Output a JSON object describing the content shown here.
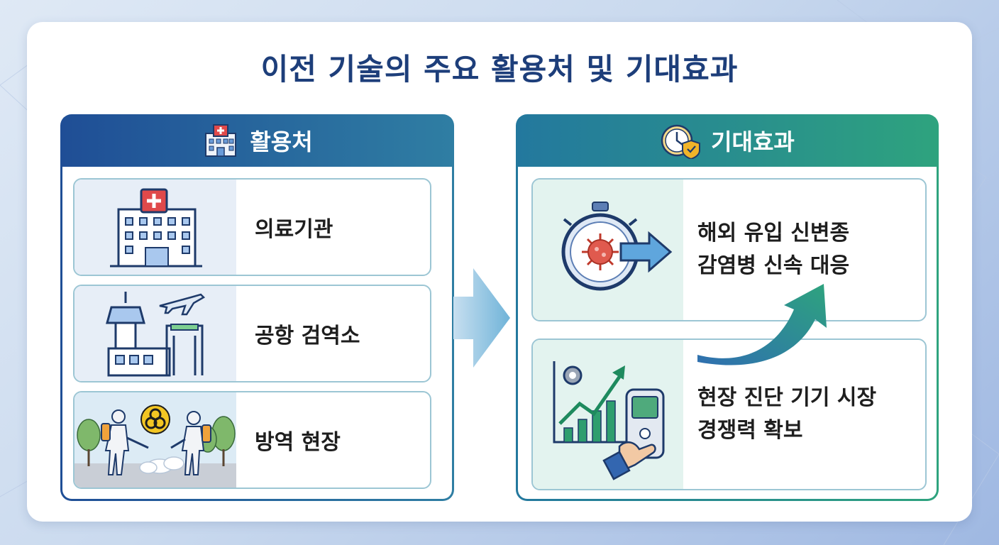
{
  "title": "이전 기술의 주요 활용처 및 기대효과",
  "usage": {
    "header": "활용처",
    "header_icon": "hospital-building-icon",
    "items": [
      {
        "label": "의료기관",
        "icon": "hospital-icon"
      },
      {
        "label": "공항 검역소",
        "icon": "airport-quarantine-icon"
      },
      {
        "label": "방역 현장",
        "icon": "disinfection-site-icon"
      }
    ]
  },
  "effects": {
    "header": "기대효과",
    "header_icon": "clock-shield-icon",
    "items": [
      {
        "label": "해외 유입 신변종\n감염병 신속 대응",
        "icon": "stopwatch-virus-icon"
      },
      {
        "label": "현장 진단 기기 시장\n경쟁력 확보",
        "icon": "growth-chart-device-icon"
      }
    ]
  },
  "colors": {
    "title": "#1d3e7a",
    "usage_header_start": "#1f4e96",
    "usage_header_end": "#2f7ea3",
    "effects_header_start": "#23789e",
    "effects_header_end": "#2ea37e",
    "item_border": "#9cc6d4"
  }
}
